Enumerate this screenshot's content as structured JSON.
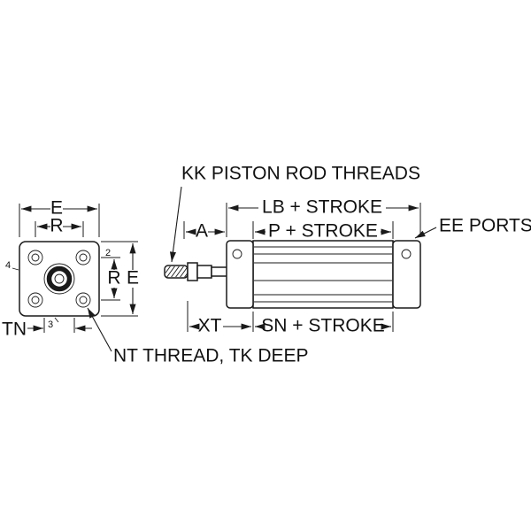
{
  "colors": {
    "line": "#1a1a1a",
    "background": "#ffffff",
    "text": "#111111"
  },
  "end_view": {
    "dim_width_outer": "E",
    "dim_width_bolts": "R",
    "dim_height_bolts": "R",
    "dim_height_outer": "E",
    "pos_top_right": "2",
    "pos_bottom": "3",
    "pos_left": "4",
    "dim_bottom": "TN",
    "thread_note": "NT THREAD, TK DEEP"
  },
  "side_view": {
    "rod_thread_note": "KK PISTON ROD THREADS",
    "dim_overall": "LB + STROKE",
    "dim_rod_ext": "A",
    "dim_p": "P + STROKE",
    "ports_note": "EE PORTS",
    "dim_xt": "XT",
    "dim_sn": "SN + STROKE"
  }
}
